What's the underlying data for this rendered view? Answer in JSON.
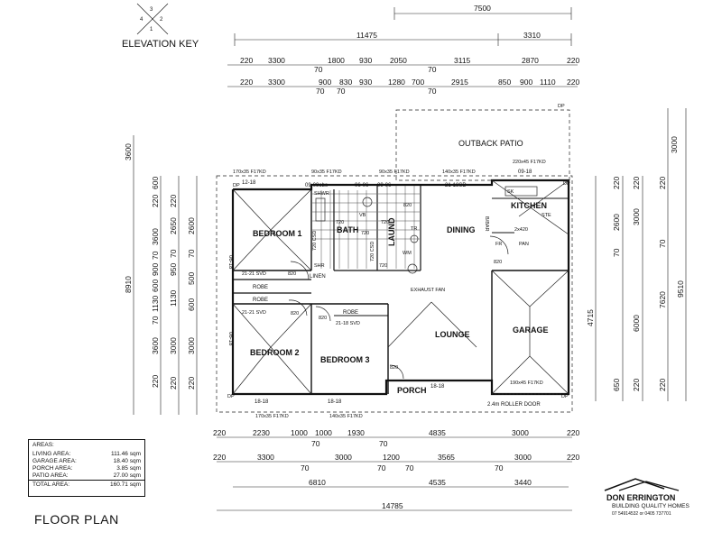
{
  "titles": {
    "elevation_key": "ELEVATION KEY",
    "floor_plan": "FLOOR PLAN"
  },
  "elevation_numbers": [
    "3",
    "4",
    "1",
    "2"
  ],
  "rooms": {
    "bedroom1": "BEDROOM 1",
    "bedroom2": "BEDROOM 2",
    "bedroom3": "BEDROOM 3",
    "bath": "BATH",
    "laund": "LAUND",
    "dining": "DINING",
    "kitchen": "KITCHEN",
    "lounge": "LOUNGE",
    "garage": "GARAGE",
    "porch": "PORCH",
    "outback_patio": "OUTBACK PATIO",
    "linen": "LINEN",
    "robe1": "ROBE",
    "robe2": "ROBE",
    "robe3": "ROBE",
    "shr": "SHR"
  },
  "annotations": {
    "exhaust_fan": "EXHAUST FAN",
    "roller_door": "2.4m ROLLER DOOR",
    "svd1": "21-21 SVD",
    "svd2": "21-21 SVD",
    "svd3": "21-18 SVD",
    "fixed_1": "170x35 F17KD",
    "fixed_2": "90x35 F17KD",
    "fixed_3": "90x35 F17KD",
    "fixed_4": "140x35 F17KD",
    "fixed_5": "220x45 F17KD",
    "fixed_6": "170x35 F17KD",
    "fixed_7": "140x35 F17KD",
    "fixed_8": "190x45 F17KD",
    "w1": "12-18",
    "w2": "09-09obs",
    "w3": "06-06",
    "w4": "09-06",
    "w5": "21-18SD",
    "w6": "09-18",
    "w7": "18-18",
    "w8": "18-18",
    "w9": "18-18",
    "w10": "06-18",
    "w11": "06-18",
    "d820a": "820",
    "d820b": "820",
    "d820c": "820",
    "d820d": "820",
    "d820e": "820",
    "d820f": "820",
    "d720a": "720",
    "d720b": "720",
    "d720c": "720",
    "d720d": "720",
    "csd1": "720 CSD",
    "csd2": "720 CSD",
    "dp1": "DP",
    "dp2": "DP",
    "dp3": "DP",
    "dp4": "DP",
    "dp5": "DP",
    "sk": "SK",
    "fr": "FR",
    "pan": "PAN",
    "brkfst": "B/BAR",
    "ste": "STE",
    "dim": "2x420",
    "wm": "WM",
    "vb": "VB",
    "tr": "TR",
    "shwr": "SHWR"
  },
  "top_dims": {
    "row0": [
      "7500"
    ],
    "row1": [
      "11475",
      "3310"
    ],
    "row2": [
      "220",
      "3300",
      "70",
      "1800",
      "930",
      "2050",
      "70",
      "3115",
      "2870",
      "220"
    ],
    "row3": [
      "220",
      "3300",
      "900",
      "70",
      "830",
      "70",
      "930",
      "1280",
      "700",
      "70",
      "2915",
      "850",
      "900",
      "1110",
      "220"
    ]
  },
  "bottom_dims": {
    "row1": [
      "220",
      "2230",
      "1000",
      "70",
      "1000",
      "1930",
      "70",
      "4835",
      "3000",
      "220"
    ],
    "row2": [
      "220",
      "3300",
      "70",
      "3000",
      "70",
      "1200",
      "70",
      "3565",
      "70",
      "3000",
      "220"
    ],
    "row3": [
      "6810",
      "4535",
      "3440"
    ],
    "row4": [
      "14785"
    ]
  },
  "left_dims": {
    "outer": [
      "3600",
      "8910"
    ],
    "mid": [
      "600",
      "220",
      "3600",
      "70",
      "900",
      "600",
      "1130",
      "70",
      "3600",
      "220"
    ],
    "inner": [
      "220",
      "2650",
      "2600",
      "70",
      "950",
      "70",
      "1130",
      "500",
      "600",
      "3000",
      "3000",
      "220",
      "220"
    ]
  },
  "right_dims": {
    "outer": [
      "3000",
      "9510"
    ],
    "mid": [
      "220",
      "2600",
      "3000",
      "70",
      "70",
      "7620",
      "6000",
      "4715",
      "650",
      "220"
    ],
    "inner": [
      "220",
      "220",
      "220"
    ]
  },
  "areas": {
    "heading": "AREAS:",
    "rows": [
      {
        "label": "LIVING AREA:",
        "value": "111.46 sqm"
      },
      {
        "label": "GARAGE AREA:",
        "value": "18.40 sqm"
      },
      {
        "label": "PORCH AREA:",
        "value": "3.85 sqm"
      },
      {
        "label": "PATIO AREA:",
        "value": "27.00 sqm"
      }
    ],
    "total_label": "TOTAL AREA:",
    "total_value": "160.71 sqm"
  },
  "logo": {
    "name": "DON ERRINGTON",
    "tagline": "BUILDING QUALITY HOMES",
    "phone": "07 54914532 or 0405 737701"
  }
}
